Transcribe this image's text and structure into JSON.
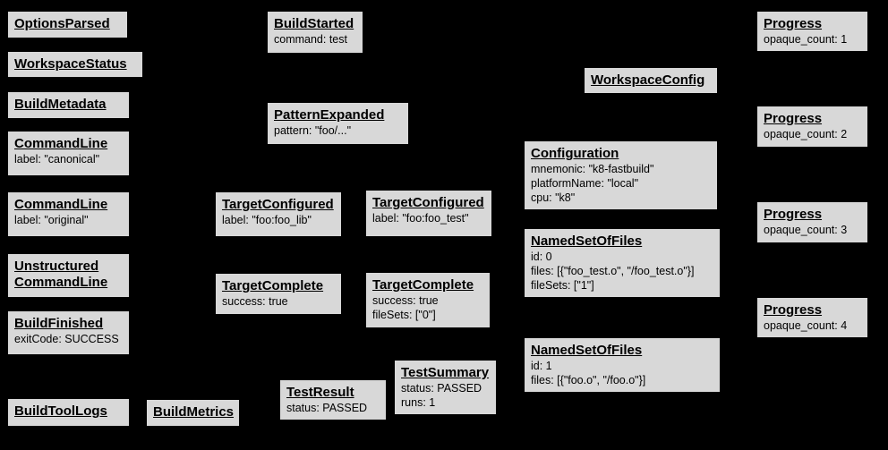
{
  "diagram": {
    "background_color": "#000000",
    "node_fill_color": "#d8d8d8",
    "node_border_color": "#000000",
    "node_text_color": "#000000"
  },
  "nodes": [
    {
      "title": "OptionsParsed",
      "lines": []
    },
    {
      "title": "WorkspaceStatus",
      "lines": []
    },
    {
      "title": "BuildMetadata",
      "lines": []
    },
    {
      "title": "CommandLine",
      "lines": [
        "label: \"canonical\""
      ]
    },
    {
      "title": "CommandLine",
      "lines": [
        "label: \"original\""
      ]
    },
    {
      "title": "Unstructured CommandLine",
      "lines": []
    },
    {
      "title": "BuildFinished",
      "lines": [
        "exitCode: SUCCESS"
      ]
    },
    {
      "title": "BuildToolLogs",
      "lines": []
    },
    {
      "title": "BuildMetrics",
      "lines": []
    },
    {
      "title": "BuildStarted",
      "lines": [
        "command: test"
      ]
    },
    {
      "title": "PatternExpanded",
      "lines": [
        "pattern: \"foo/...\""
      ]
    },
    {
      "title": "TargetConfigured",
      "lines": [
        "label: \"foo:foo_lib\""
      ]
    },
    {
      "title": "TargetComplete",
      "lines": [
        "success: true"
      ]
    },
    {
      "title": "TestResult",
      "lines": [
        "status: PASSED"
      ]
    },
    {
      "title": "TargetConfigured",
      "lines": [
        "label: \"foo:foo_test\""
      ]
    },
    {
      "title": "TargetComplete",
      "lines": [
        "success: true",
        "fileSets: [\"0\"]"
      ]
    },
    {
      "title": "TestSummary",
      "lines": [
        "status: PASSED",
        "runs: 1"
      ]
    },
    {
      "title": "WorkspaceConfig",
      "lines": []
    },
    {
      "title": "Configuration",
      "lines": [
        "mnemonic: \"k8-fastbuild\"",
        "platformName: \"local\"",
        "cpu: \"k8\""
      ]
    },
    {
      "title": "NamedSetOfFiles",
      "lines": [
        "id: 0",
        "files: [{\"foo_test.o\", \"/foo_test.o\"}]",
        "fileSets: [\"1\"]"
      ]
    },
    {
      "title": "NamedSetOfFiles",
      "lines": [
        "id: 1",
        "files: [{\"foo.o\", \"/foo.o\"}]"
      ]
    },
    {
      "title": "Progress",
      "lines": [
        "opaque_count: 1"
      ]
    },
    {
      "title": "Progress",
      "lines": [
        "opaque_count: 2"
      ]
    },
    {
      "title": "Progress",
      "lines": [
        "opaque_count: 3"
      ]
    },
    {
      "title": "Progress",
      "lines": [
        "opaque_count: 4"
      ]
    }
  ]
}
